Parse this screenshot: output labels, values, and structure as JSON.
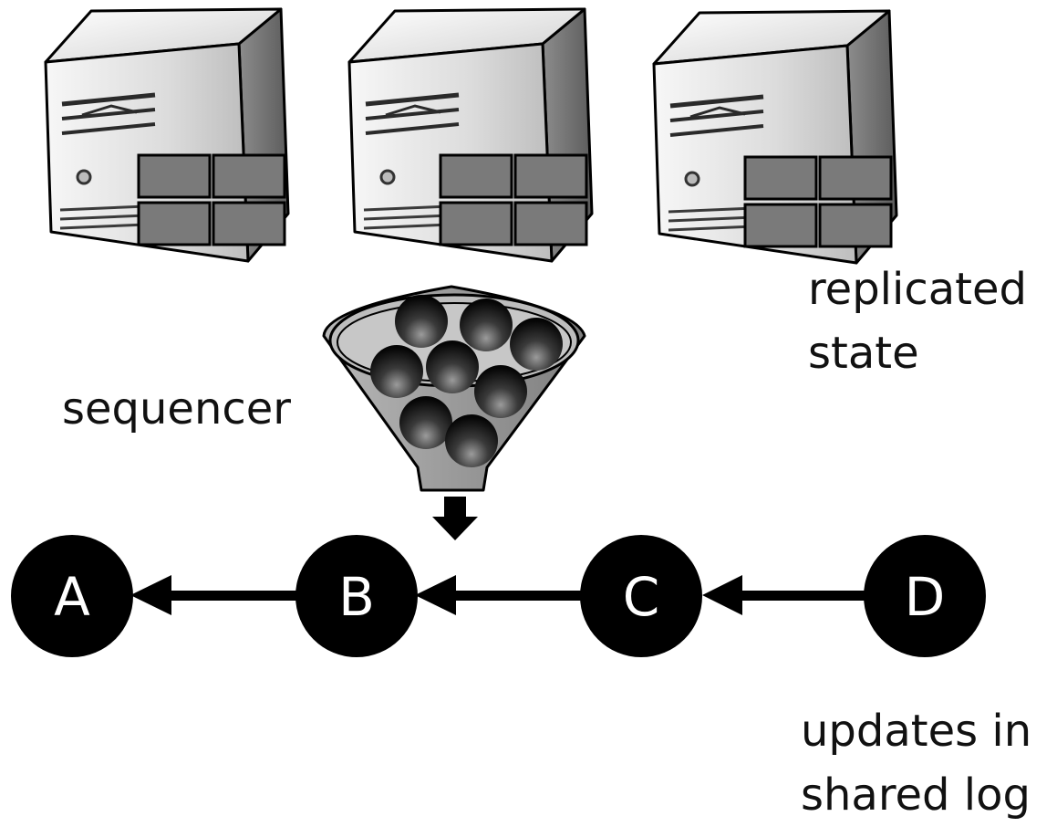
{
  "labels": {
    "replicated_state_line1": "replicated",
    "replicated_state_line2": "state",
    "sequencer": "sequencer",
    "shared_log_line1": "updates in",
    "shared_log_line2": "shared log"
  },
  "log_nodes": [
    "A",
    "B",
    "C",
    "D"
  ],
  "icons": {
    "server": "server-tower-icon",
    "state": "state-grid-icon",
    "funnel": "funnel-icon",
    "arrow": "arrow-left-icon"
  },
  "colors": {
    "node_fill": "#000000",
    "node_text": "#ffffff",
    "state_block": "#7a7a7a",
    "funnel": "#9a9a9a",
    "text": "#111111"
  }
}
